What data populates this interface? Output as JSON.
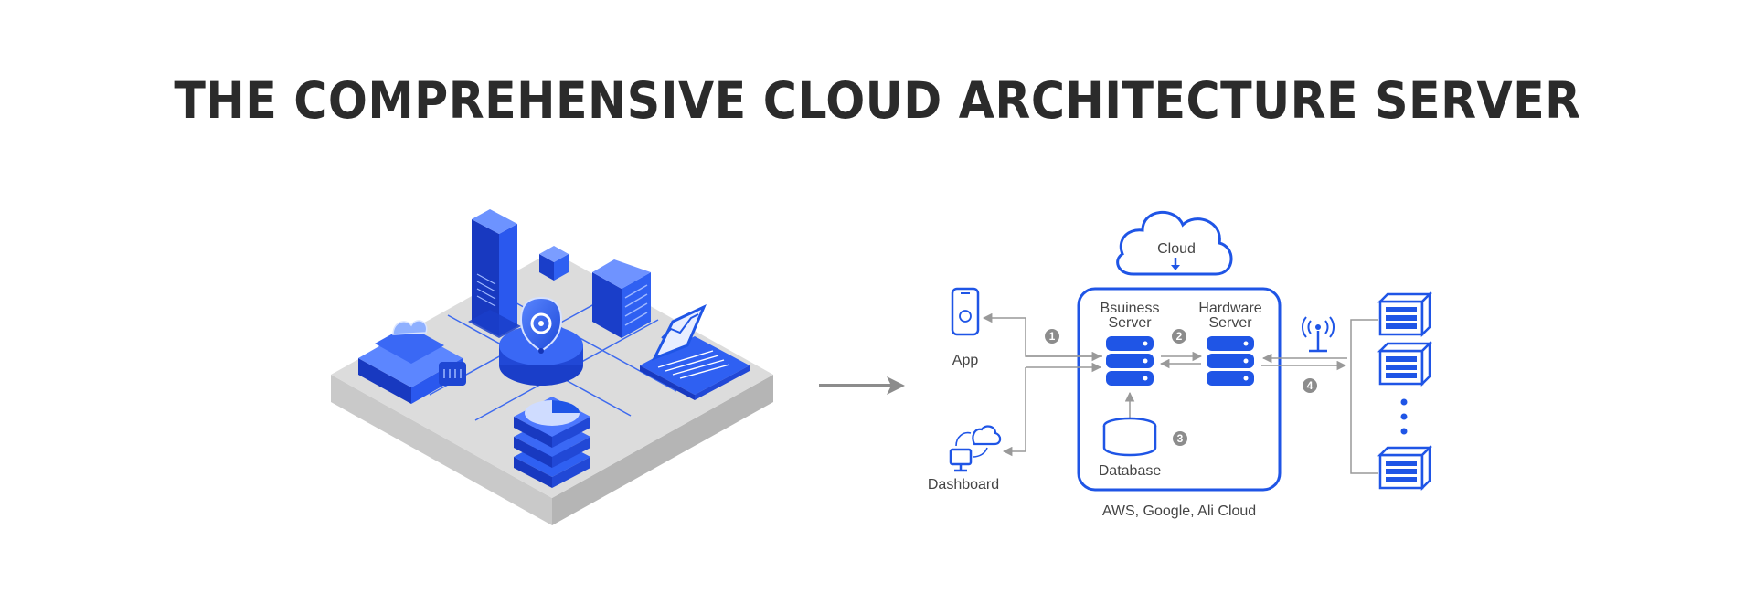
{
  "title": "THE COMPREHENSIVE CLOUD ARCHITECTURE SERVER",
  "colors": {
    "accent": "#1f55e6",
    "accent_dark": "#1138c4",
    "accent_light": "#4e7dff",
    "platform_top": "#d9d9d9",
    "platform_side": "#c4c4c4",
    "connector": "#999999",
    "text": "#444444",
    "title": "#2b2b2b"
  },
  "illustration": {
    "icons": [
      "server-tower-icon",
      "cube-icon",
      "server-rack-icon",
      "security-shield-icon",
      "cloud-device-icon",
      "laptop-chart-icon",
      "database-stack-icon"
    ]
  },
  "diagram": {
    "cloud": {
      "label": "Cloud"
    },
    "app": {
      "label": "App"
    },
    "dashboard": {
      "label": "Dashboard"
    },
    "business_server": {
      "label_line1": "Bsuiness",
      "label_line2": "Server"
    },
    "hardware_server": {
      "label_line1": "Hardware",
      "label_line2": "Server"
    },
    "database": {
      "label": "Database"
    },
    "provider_caption": "AWS, Google, Ali Cloud",
    "steps": [
      "1",
      "2",
      "3",
      "4"
    ]
  }
}
